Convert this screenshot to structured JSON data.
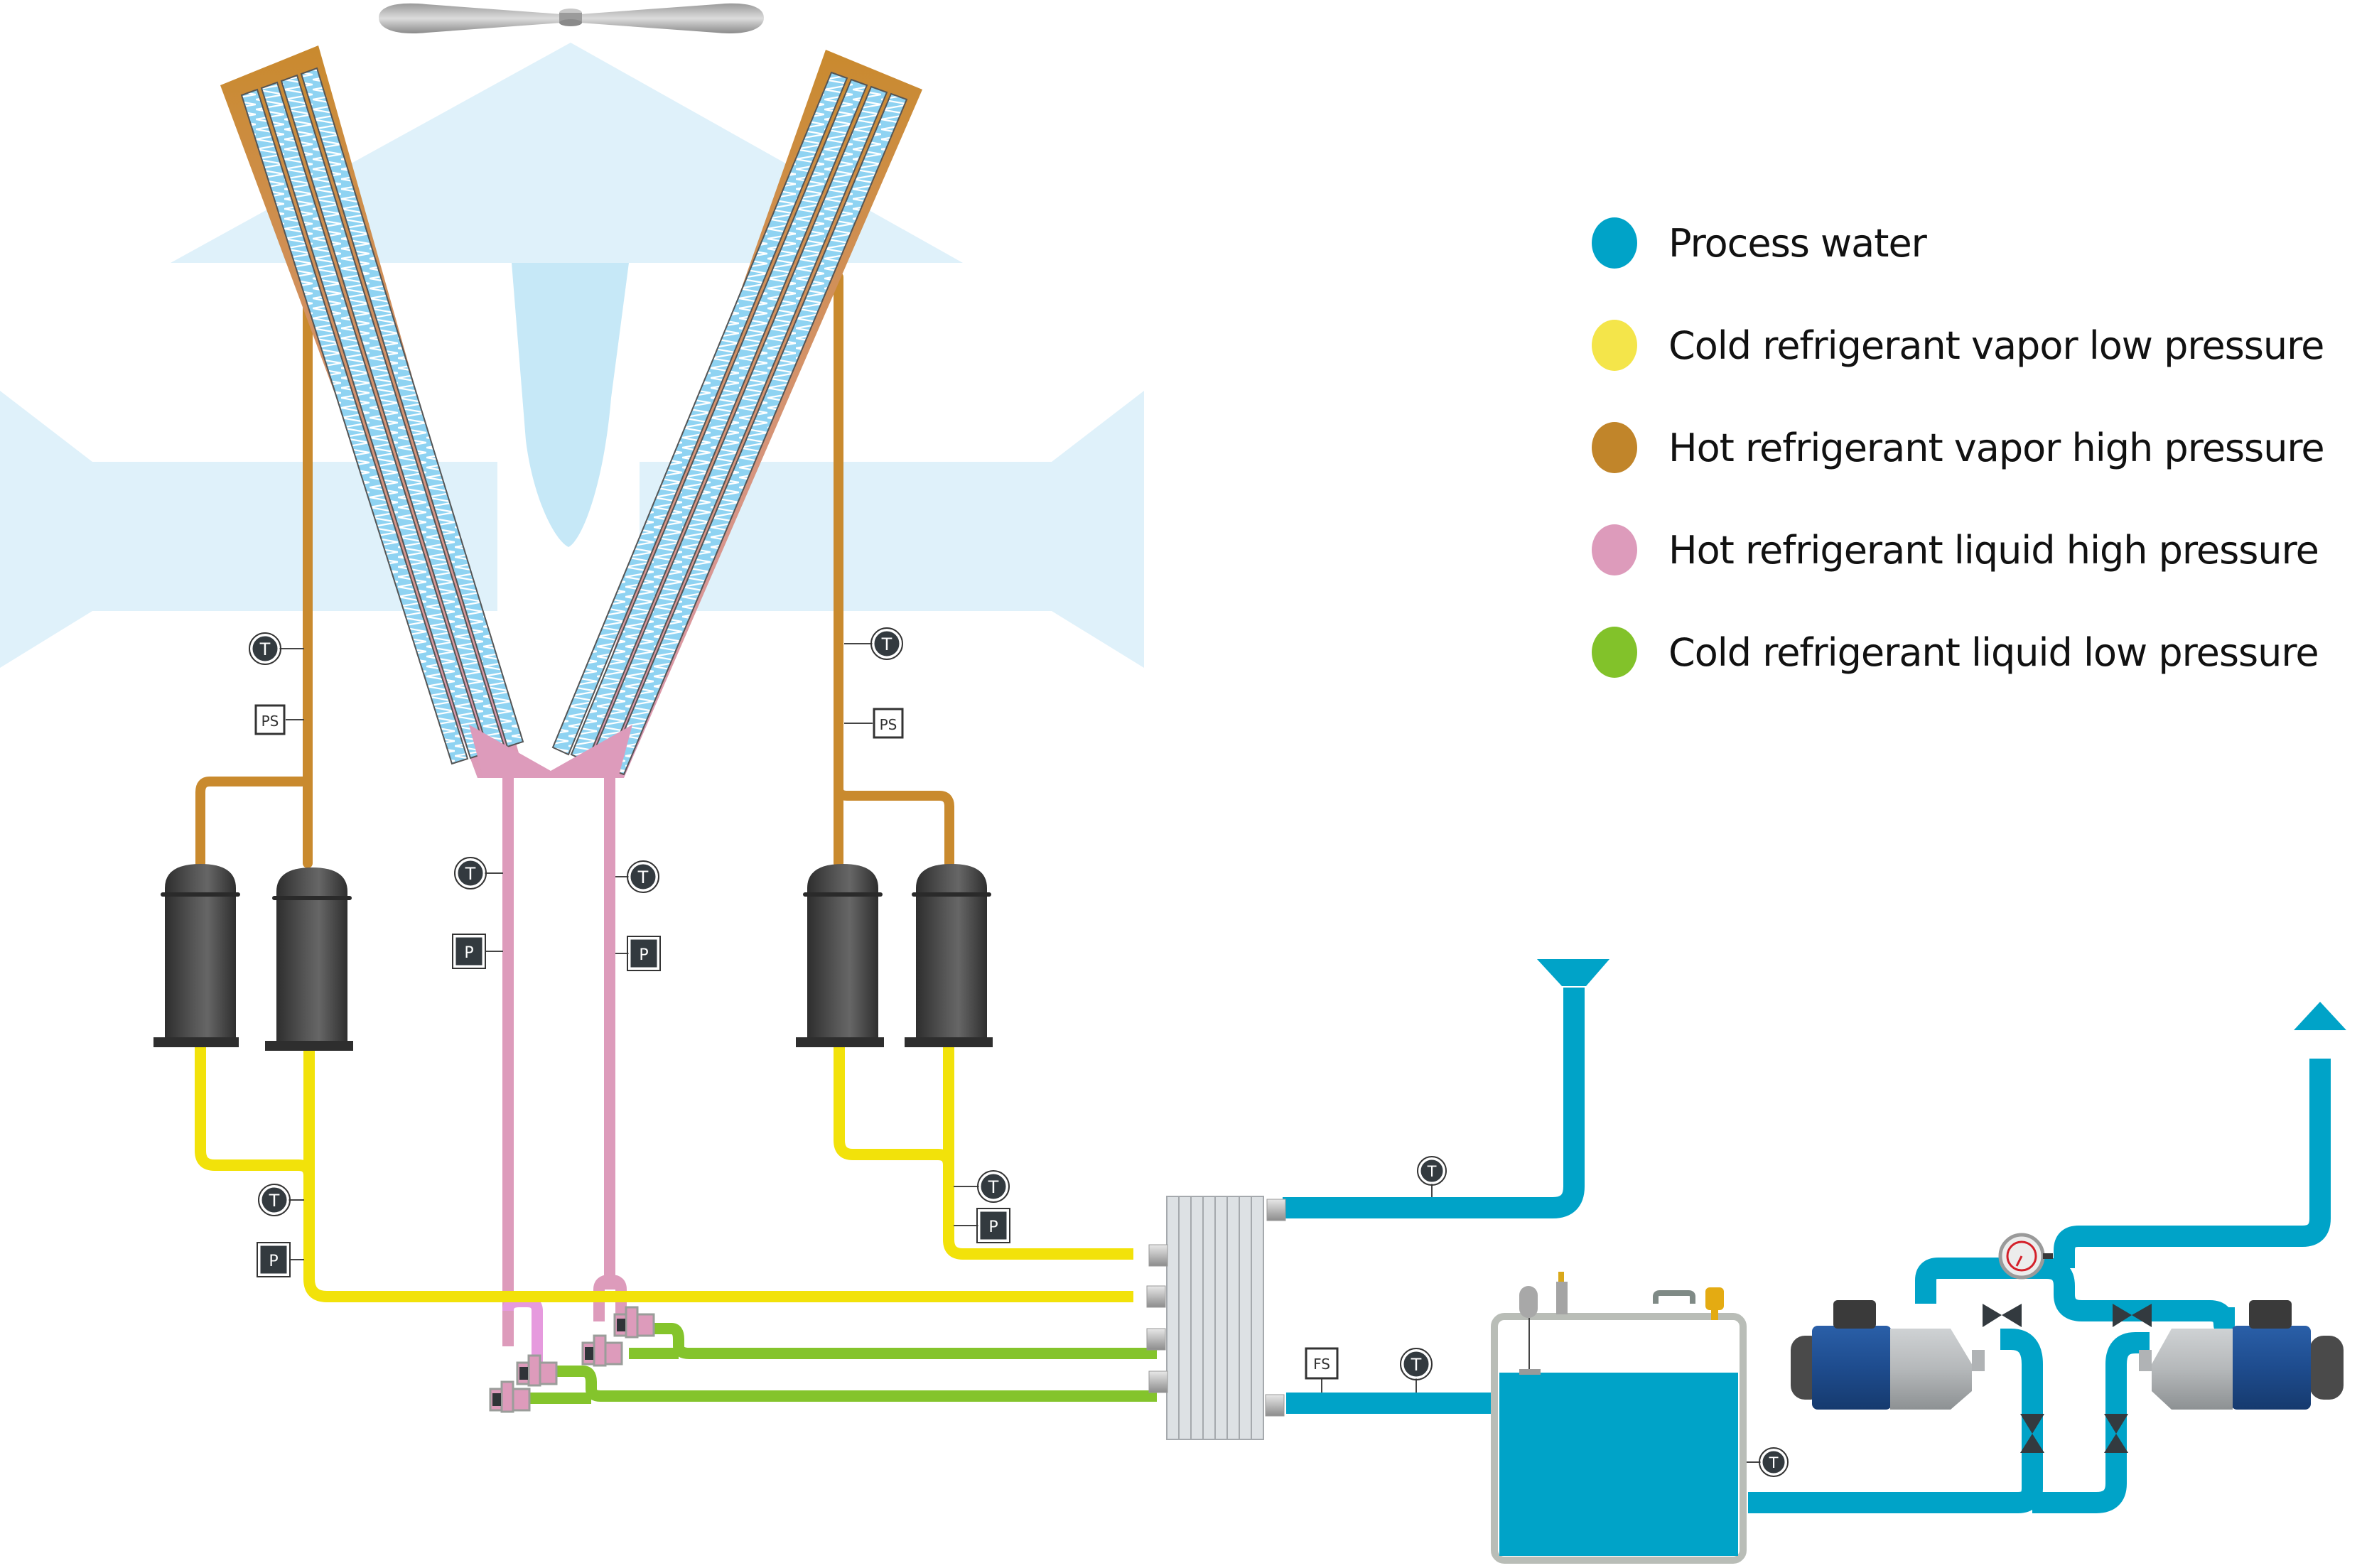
{
  "legend": {
    "items": [
      {
        "key": "process_water",
        "label": "Process water",
        "color": "#00a3c8"
      },
      {
        "key": "cold_vapor_low",
        "label": "Cold refrigerant vapor low pressure",
        "color": "#f4e54a"
      },
      {
        "key": "hot_vapor_high",
        "label": "Hot refrigerant vapor high pressure",
        "color": "#c1852a"
      },
      {
        "key": "hot_liquid_high",
        "label": "Hot refrigerant liquid high pressure",
        "color": "#dd9bbb"
      },
      {
        "key": "cold_liquid_low",
        "label": "Cold refrigerant liquid low pressure",
        "color": "#82c22a"
      }
    ]
  },
  "colors": {
    "water": "#00a3c8",
    "cold_vapor": "#f2e20a",
    "hot_vapor": "#c98a2e",
    "hot_liquid": "#dd9bbb",
    "cold_liquid": "#84c42c",
    "airflow": "#dff1fa",
    "compressor": "#3a3a3a",
    "sensor": "#333a3f"
  },
  "sensors": {
    "temperature": "T",
    "pressure": "P",
    "pressure_switch": "PS",
    "flow_switch": "FS"
  },
  "components": {
    "fan": "fan-icon",
    "condenser_coils": 2,
    "compressors": 4,
    "expansion_valves": 4,
    "heat_exchanger": "plate-heat-exchanger",
    "tank": "water-tank",
    "pumps": 2,
    "pressure_gauge": "pressure-gauge-icon"
  }
}
